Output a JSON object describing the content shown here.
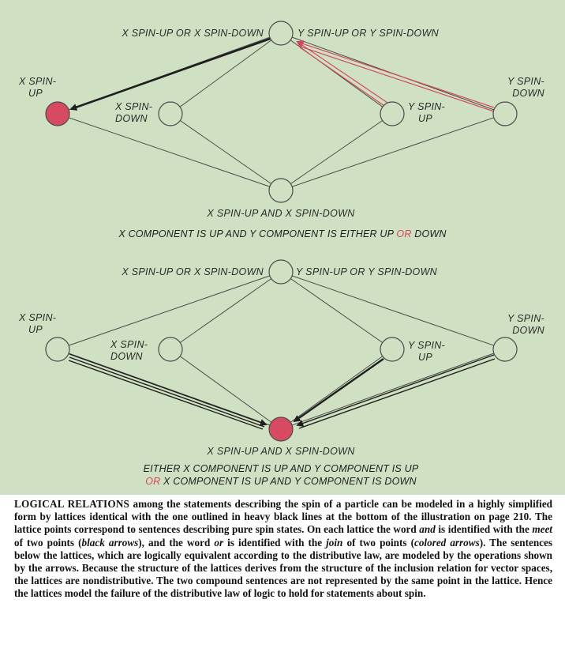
{
  "colors": {
    "panel_background": "#cfe1c2",
    "node_stroke": "#4a4a4a",
    "node_fill": "#cfe1c2",
    "highlight_node": "#d64a62",
    "meet_arrow": "#1f1f1f",
    "join_arrow": "#d2495d"
  },
  "upper_lattice": {
    "top_label": {
      "left": "X SPIN-UP  OR  X SPIN-DOWN",
      "right": "Y SPIN-UP  OR  Y SPIN-DOWN"
    },
    "x_up_label": [
      "X SPIN-",
      "UP"
    ],
    "x_down_label": [
      "X SPIN-",
      "DOWN"
    ],
    "y_up_label": [
      "Y SPIN-",
      "UP"
    ],
    "y_down_label": [
      "Y SPIN-",
      "DOWN"
    ],
    "bottom_label": "X SPIN-UP AND X SPIN-DOWN",
    "sentence": {
      "before": "X COMPONENT IS UP AND Y COMPONENT IS EITHER UP ",
      "or": "OR",
      "after": " DOWN"
    },
    "highlighted_point": "x-spin-up",
    "arrows": [
      {
        "kind": "meet",
        "from": "top",
        "to": "x-spin-up"
      },
      {
        "kind": "join",
        "from": "y-spin-up",
        "to": "top"
      },
      {
        "kind": "join",
        "from": "y-spin-down",
        "to": "top"
      }
    ]
  },
  "lower_lattice": {
    "top_label": {
      "left": "X SPIN-UP  OR  X SPIN-DOWN",
      "right": "Y SPIN-UP  OR  Y SPIN-DOWN"
    },
    "x_up_label": [
      "X SPIN-",
      "UP"
    ],
    "x_down_label": [
      "X SPIN-",
      "DOWN"
    ],
    "y_up_label": [
      "Y SPIN-",
      "UP"
    ],
    "y_down_label": [
      "Y SPIN-",
      "DOWN"
    ],
    "bottom_label": "X SPIN-UP AND X SPIN-DOWN",
    "sentence_line1": "EITHER X COMPONENT IS UP AND Y COMPONENT IS UP",
    "sentence_line2": {
      "or": "OR",
      "after": " X COMPONENT IS UP AND Y COMPONENT IS DOWN"
    },
    "highlighted_point": "bottom",
    "arrows": [
      {
        "kind": "meet",
        "from": "x-spin-up",
        "to": "bottom"
      },
      {
        "kind": "meet",
        "from": "y-spin-up",
        "to": "bottom"
      },
      {
        "kind": "meet",
        "from": "y-spin-down",
        "to": "bottom"
      }
    ]
  },
  "caption": {
    "lead": "LOGICAL RELATIONS",
    "s1": " among the statements describing the spin of a particle can be modeled in a highly simplified form by lattices identical with the one outlined in heavy black lines at the bottom of the illustration on page 210. The lattice points correspond to sentences describing pure spin states. On each lattice the word ",
    "and": "and",
    "s2": " is identified with the ",
    "meet": "meet",
    "s3": " of two points (",
    "black_arrows": "black arrows",
    "s4": "), and the word ",
    "or": "or",
    "s5": " is identified with the ",
    "join": "join",
    "s6": " of two points (",
    "colored_arrows": "colored arrows",
    "s7": "). The sentences below the lattices, which are logically equivalent according to the distributive law, are modeled by the operations shown by the arrows. Because the structure of the lattices derives from the structure of the inclusion relation for vector spaces, the lattices are nondistributive. The two compound sentences are not represented by the same point in the lattice. Hence the lattices model the failure of the distributive law of logic to hold for statements about spin."
  }
}
